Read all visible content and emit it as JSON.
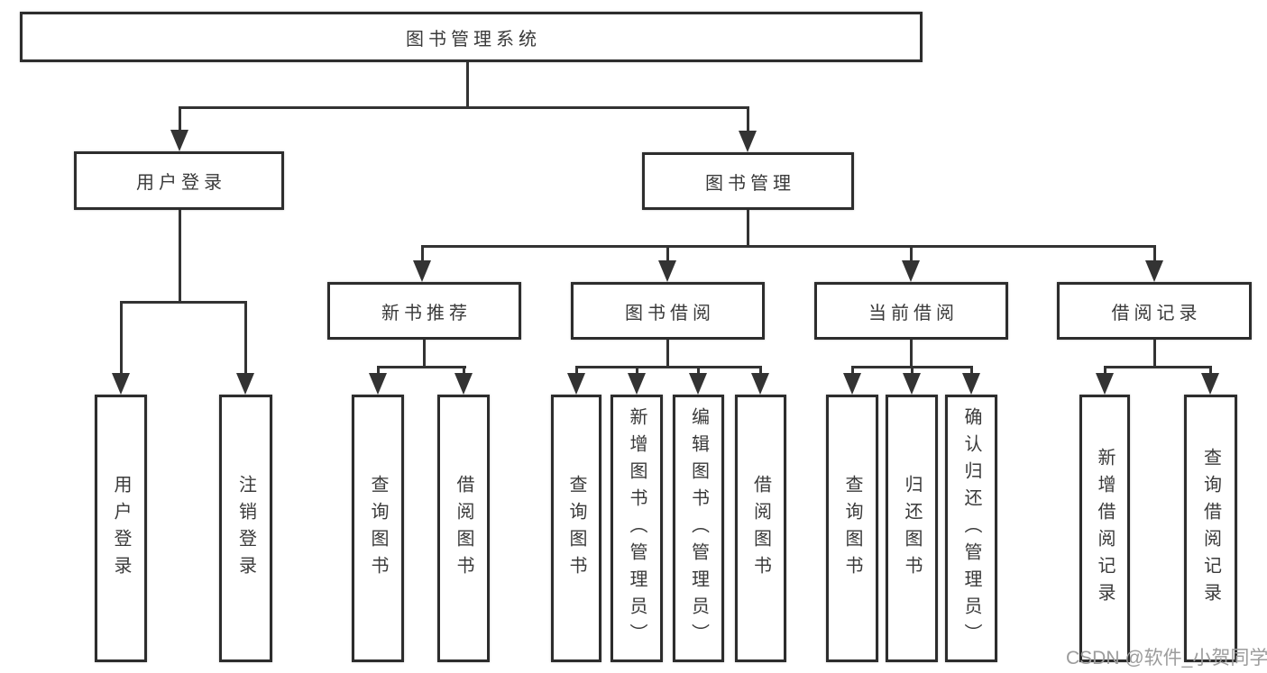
{
  "page": {
    "background": "#ffffff"
  },
  "colors": {
    "line": "#333333",
    "box_border": "#2d2d2d",
    "text": "#3a3a3a",
    "watermark_text_color": "#9c9c9c"
  },
  "tree": {
    "root": "图书管理系统",
    "branches": [
      {
        "label": "用户登录",
        "children": [
          "用户登录",
          "注销登录"
        ]
      },
      {
        "label": "图书管理",
        "children": [
          {
            "label": "新书推荐",
            "children": [
              "查询图书",
              "借阅图书"
            ]
          },
          {
            "label": "图书借阅",
            "children": [
              "查询图书",
              "新增图书（管理员）",
              "编辑图书（管理员）",
              "借阅图书"
            ]
          },
          {
            "label": "当前借阅",
            "children": [
              "查询图书",
              "归还图书",
              "确认归还（管理员）"
            ]
          },
          {
            "label": "借阅记录",
            "children": [
              "新增借阅记录",
              "查询借阅记录"
            ]
          }
        ]
      }
    ]
  },
  "watermark": {
    "text": "CSDN @软件_小贺同学"
  }
}
